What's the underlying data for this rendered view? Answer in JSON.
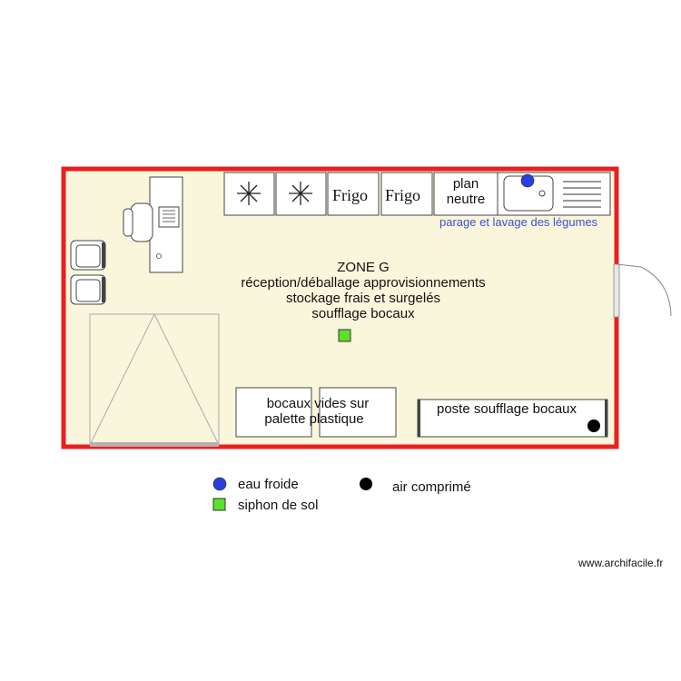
{
  "zone": {
    "title": "ZONE G",
    "line1": "réception/déballage approvisionnements",
    "line2": "stockage frais et surgelés",
    "line3": "soufflage bocaux"
  },
  "equipment": {
    "frigo_1": "Frigo",
    "frigo_2": "Frigo",
    "plan_neutre_1": "plan",
    "plan_neutre_2": "neutre",
    "sink_label": "parage et lavage des légumes",
    "bocaux_1": "bocaux vides sur",
    "bocaux_2": "palette plastique",
    "poste": "poste soufflage bocaux"
  },
  "legend": {
    "eau_froide": "eau froide",
    "siphon": "siphon de sol",
    "air": "air comprimé"
  },
  "colors": {
    "wall": "#e82020",
    "floor": "#faf6dc",
    "eau_froide": "#2b3fe0",
    "siphon": "#5de02a",
    "air": "#000000"
  },
  "credit": "www.archifacile.fr"
}
